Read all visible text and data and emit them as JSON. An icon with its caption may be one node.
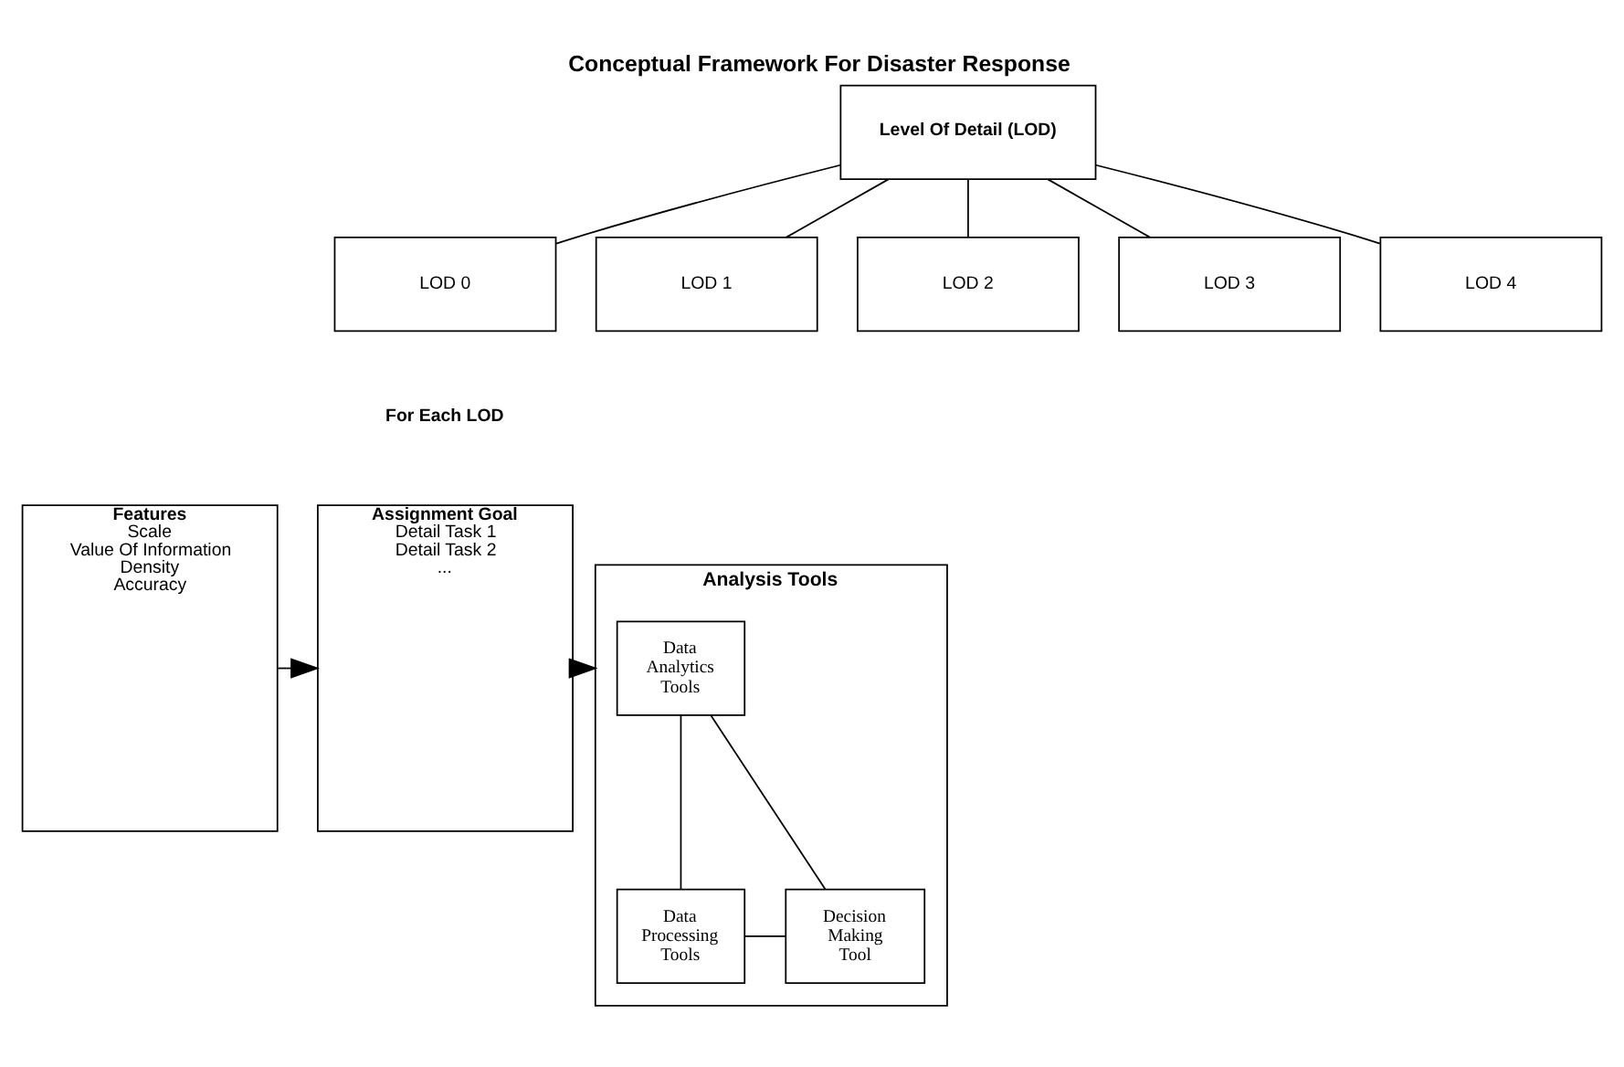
{
  "diagram": {
    "title": "Conceptual Framework For Disaster Response",
    "nodes": [
      {
        "text": [
          "Level Of Detail (LOD)"
        ]
      },
      {
        "text": [
          "LOD 0"
        ]
      },
      {
        "text": [
          "LOD 1"
        ]
      },
      {
        "text": [
          "LOD 2"
        ]
      },
      {
        "text": [
          "LOD 3"
        ]
      },
      {
        "text": [
          "LOD 4"
        ]
      },
      {
        "text": [
          "Features",
          "Scale",
          "Value Of Information",
          "Density",
          "Accuracy"
        ]
      },
      {
        "text": [
          "Assignment Goal",
          "Detail Task 1",
          "Detail Task 2",
          "..."
        ]
      },
      {
        "text": [
          "Analysis Tools"
        ]
      },
      {
        "text": [
          "Data Analytics Tools"
        ],
        "in": 8
      },
      {
        "text": [
          "Data Processing Tools"
        ],
        "in": 8
      },
      {
        "text": [
          "Decision Making Tool"
        ],
        "in": 8
      }
    ],
    "edges": [
      {
        "from": 0,
        "to": 1,
        "arrow": "none"
      },
      {
        "from": 0,
        "to": 2,
        "arrow": "none"
      },
      {
        "from": 0,
        "to": 3,
        "arrow": "none"
      },
      {
        "from": 0,
        "to": 4,
        "arrow": "none"
      },
      {
        "from": 0,
        "to": 5,
        "arrow": "none"
      },
      {
        "from": 6,
        "to": 7,
        "arrow": "to"
      },
      {
        "from": 7,
        "to": 8,
        "arrow": "to"
      },
      {
        "from": 9,
        "to": 10,
        "arrow": "none"
      },
      {
        "from": 9,
        "to": 11,
        "arrow": "none"
      },
      {
        "from": 10,
        "to": 11,
        "arrow": "none"
      }
    ],
    "labels": [
      "For Each LOD"
    ]
  }
}
